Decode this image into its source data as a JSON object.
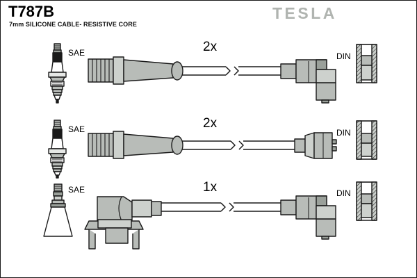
{
  "header": {
    "part_number": "T787B",
    "description": "7mm SILICONE CABLE- RESISTIVE CORE",
    "brand": "TESLA"
  },
  "colors": {
    "outline": "#1a1a1a",
    "body_gray": "#b8bcb8",
    "body_gray_dark": "#9aa09a",
    "body_gray_light": "#cdd1cd",
    "brand_gray": "#b0b4b0",
    "background": "#ffffff"
  },
  "rows": [
    {
      "quantity": "2x",
      "plug_end_label": "SAE",
      "coil_end_label": "DIN",
      "plug_icon": "spark-plug-icon",
      "plug_connector": "ribbed-straight-boot",
      "coil_connector": "right-angle-din-connector",
      "terminal_icon": "din-terminal-icon",
      "has_cable_break": true
    },
    {
      "quantity": "2x",
      "plug_end_label": "SAE",
      "coil_end_label": "DIN",
      "plug_icon": "spark-plug-icon",
      "plug_connector": "ribbed-straight-boot",
      "coil_connector": "straight-din-connector",
      "terminal_icon": "din-terminal-icon",
      "has_cable_break": true
    },
    {
      "quantity": "1x",
      "plug_end_label": "SAE",
      "coil_end_label": "DIN",
      "plug_icon": "coil-tower-icon",
      "plug_connector": "right-angle-boot-with-bracket",
      "coil_connector": "right-angle-din-connector",
      "terminal_icon": "din-terminal-icon",
      "has_cable_break": true
    }
  ]
}
